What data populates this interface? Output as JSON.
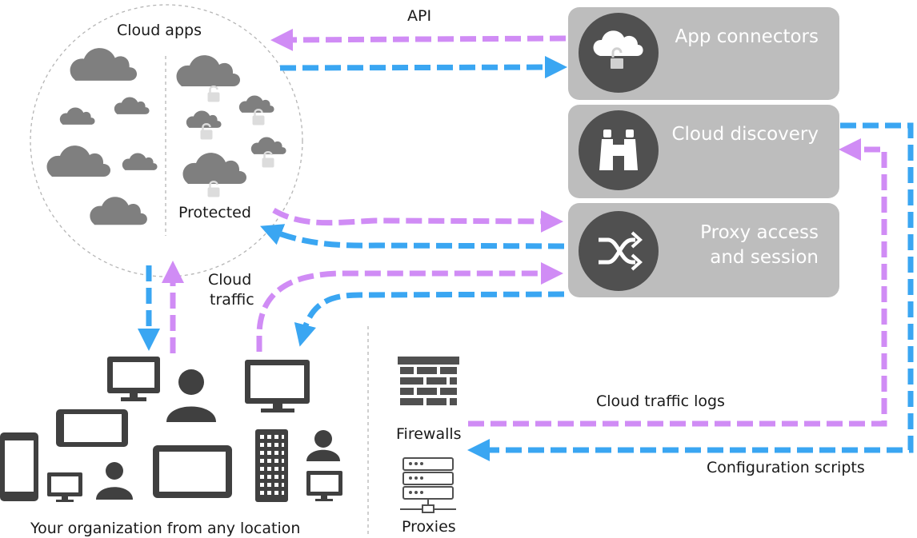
{
  "labels": {
    "cloud_apps": "Cloud apps",
    "protected": "Protected",
    "api": "API",
    "cloud_traffic_line1": "Cloud",
    "cloud_traffic_line2": "traffic",
    "organization": "Your organization from any location",
    "firewalls": "Firewalls",
    "proxies": "Proxies",
    "cloud_traffic_logs": "Cloud traffic logs",
    "configuration_scripts": "Configuration scripts"
  },
  "boxes": {
    "app_connectors": {
      "title": "App connectors",
      "icon": "cloud-lock-icon"
    },
    "cloud_discovery": {
      "title": "Cloud discovery",
      "icon": "binoculars-icon"
    },
    "proxy_access": {
      "title_line1": "Proxy access",
      "title_line2": "and session",
      "icon": "shuffle-icon"
    }
  },
  "colors": {
    "purple_arrow": "#d08cf5",
    "blue_arrow": "#3aa6f2",
    "box_fill": "#bdbdbd",
    "icon_circle": "#505050",
    "cloud": "#7f7f7f",
    "device": "#404040"
  }
}
